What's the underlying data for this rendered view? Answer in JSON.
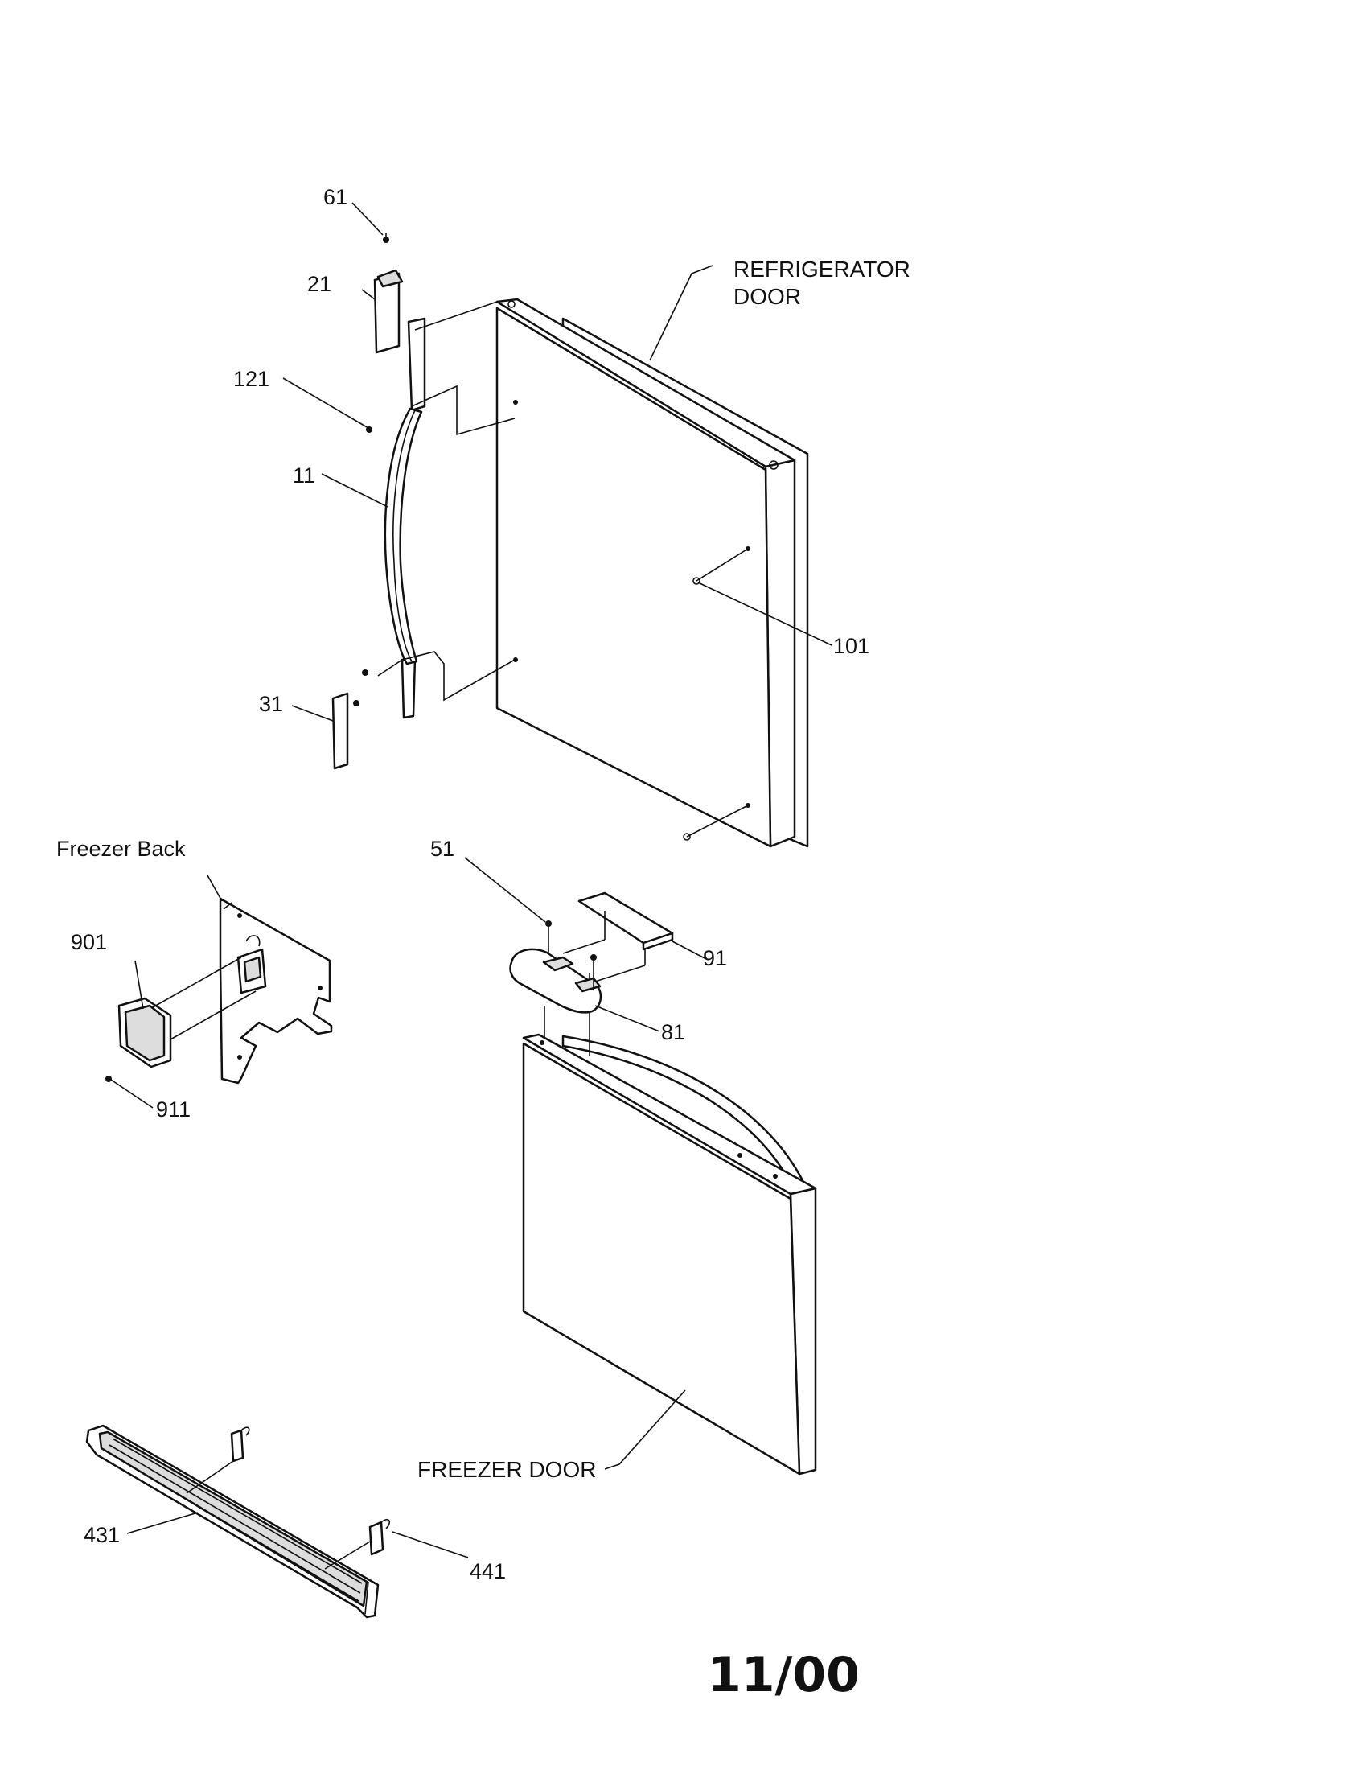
{
  "labels": {
    "refrigerator_door_line1": "REFRIGERATOR",
    "refrigerator_door_line2": "DOOR",
    "freezer_door": "FREEZER DOOR",
    "freezer_back": "Freezer Back"
  },
  "part_numbers": {
    "p61": "61",
    "p21": "21",
    "p121": "121",
    "p11": "11",
    "p31": "31",
    "p101": "101",
    "p51": "51",
    "p91": "91",
    "p81": "81",
    "p901": "901",
    "p911": "911",
    "p431": "431",
    "p441": "441"
  },
  "footer": {
    "date": "11/00"
  }
}
